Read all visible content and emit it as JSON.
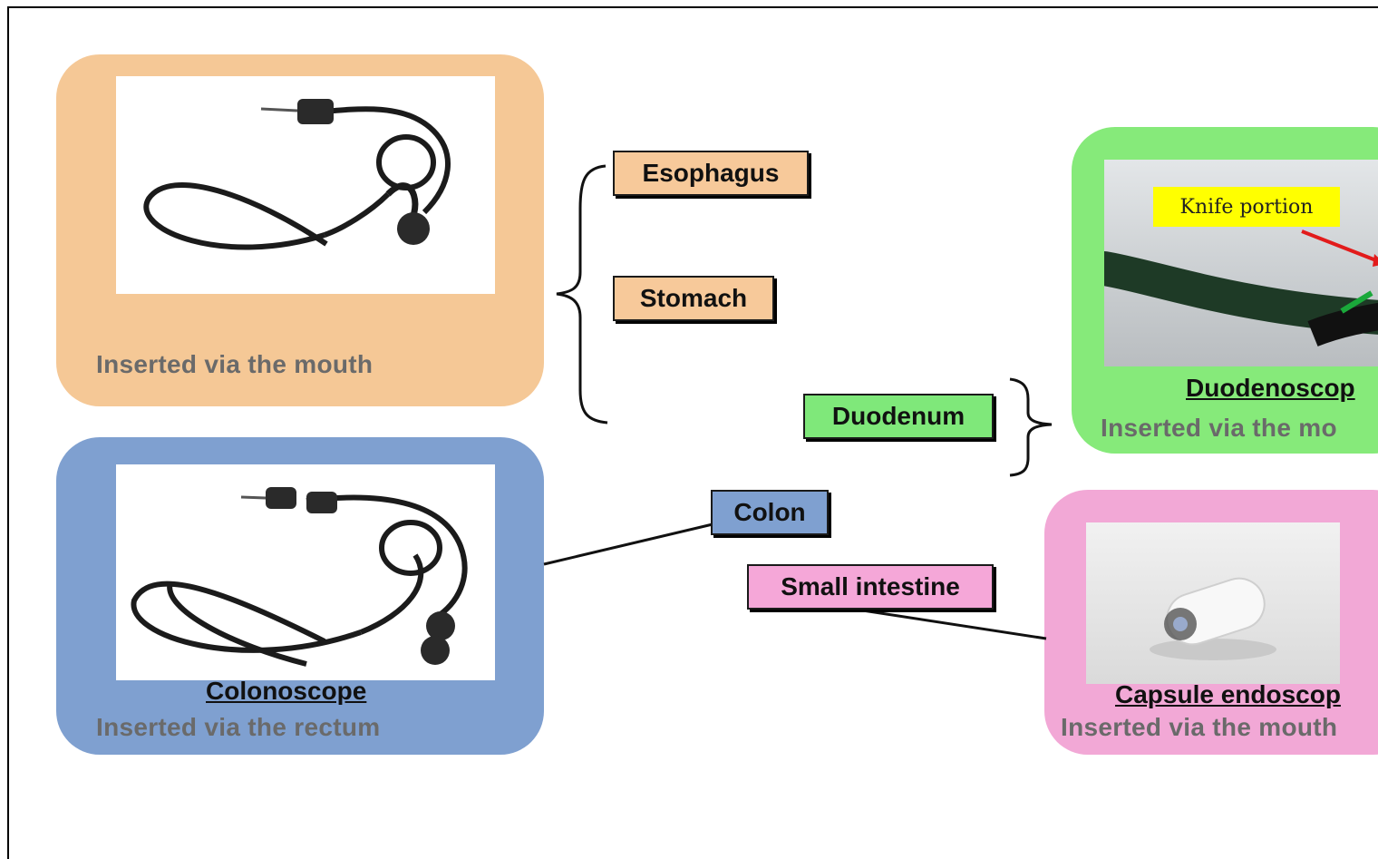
{
  "cards": {
    "upper": {
      "title": "",
      "subtitle": "Inserted via the mouth",
      "color": "#f5c896"
    },
    "colon": {
      "title": "Colonoscope",
      "subtitle": "Inserted via the rectum",
      "color": "#7fa0d0"
    },
    "duodeno": {
      "title": "Duodenoscop",
      "subtitle": "Inserted via the mo",
      "color": "#86ea7a"
    },
    "capsule": {
      "title": "Capsule endoscop",
      "subtitle": "Inserted via the mouth",
      "color": "#f2a8d6"
    }
  },
  "organs": {
    "esophagus": {
      "label": "Esophagus",
      "color": "#f7c99a"
    },
    "stomach": {
      "label": "Stomach",
      "color": "#f7c99a"
    },
    "duodenum": {
      "label": "Duodenum",
      "color": "#7fe87a"
    },
    "colon": {
      "label": "Colon",
      "color": "#7fa0d0"
    },
    "small_intestine": {
      "label": "Small intestine",
      "color": "#f5a7d8"
    }
  },
  "duodenoscope_photo": {
    "knife_label": "Knife portion"
  }
}
